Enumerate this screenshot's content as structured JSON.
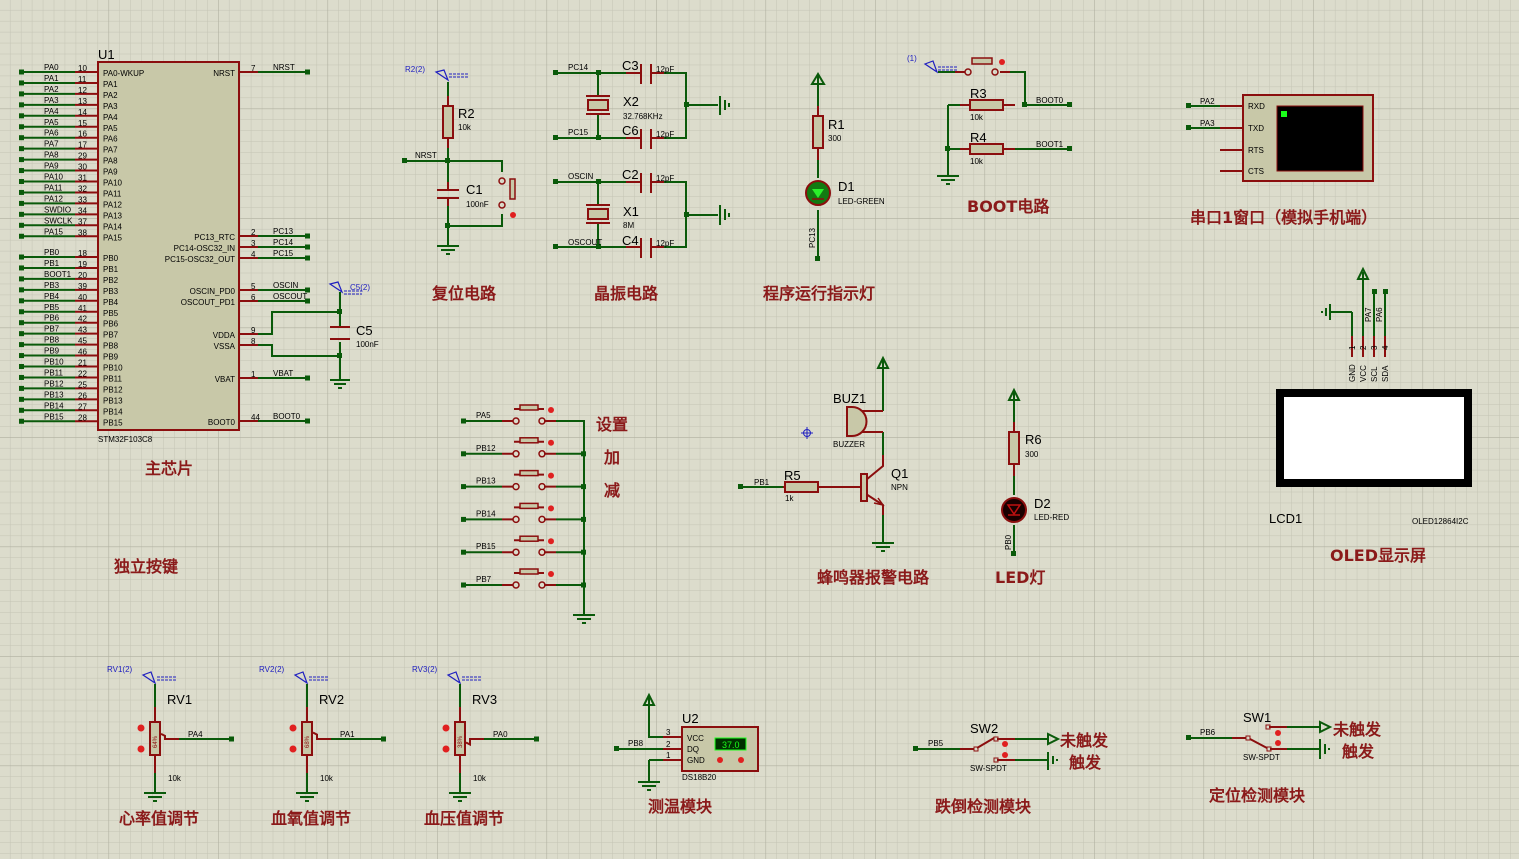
{
  "u1": {
    "ref": "U1",
    "part": "STM32F103C8",
    "left_pins": [
      {
        "net": "PA0",
        "num": "10",
        "name": "PA0-WKUP"
      },
      {
        "net": "PA1",
        "num": "11",
        "name": "PA1"
      },
      {
        "net": "PA2",
        "num": "12",
        "name": "PA2"
      },
      {
        "net": "PA3",
        "num": "13",
        "name": "PA3"
      },
      {
        "net": "PA4",
        "num": "14",
        "name": "PA4"
      },
      {
        "net": "PA5",
        "num": "15",
        "name": "PA5"
      },
      {
        "net": "PA6",
        "num": "16",
        "name": "PA6"
      },
      {
        "net": "PA7",
        "num": "17",
        "name": "PA7"
      },
      {
        "net": "PA8",
        "num": "29",
        "name": "PA8"
      },
      {
        "net": "PA9",
        "num": "30",
        "name": "PA9"
      },
      {
        "net": "PA10",
        "num": "31",
        "name": "PA10"
      },
      {
        "net": "PA11",
        "num": "32",
        "name": "PA11"
      },
      {
        "net": "PA12",
        "num": "33",
        "name": "PA12"
      },
      {
        "net": "SWDIO",
        "num": "34",
        "name": "PA13"
      },
      {
        "net": "SWCLK",
        "num": "37",
        "name": "PA14"
      },
      {
        "net": "PA15",
        "num": "38",
        "name": "PA15"
      },
      {
        "net": "PB0",
        "num": "18",
        "name": "PB0"
      },
      {
        "net": "PB1",
        "num": "19",
        "name": "PB1"
      },
      {
        "net": "BOOT1",
        "num": "20",
        "name": "PB2"
      },
      {
        "net": "PB3",
        "num": "39",
        "name": "PB3"
      },
      {
        "net": "PB4",
        "num": "40",
        "name": "PB4"
      },
      {
        "net": "PB5",
        "num": "41",
        "name": "PB5"
      },
      {
        "net": "PB6",
        "num": "42",
        "name": "PB6"
      },
      {
        "net": "PB7",
        "num": "43",
        "name": "PB7"
      },
      {
        "net": "PB8",
        "num": "45",
        "name": "PB8"
      },
      {
        "net": "PB9",
        "num": "46",
        "name": "PB9"
      },
      {
        "net": "PB10",
        "num": "21",
        "name": "PB10"
      },
      {
        "net": "PB11",
        "num": "22",
        "name": "PB11"
      },
      {
        "net": "PB12",
        "num": "25",
        "name": "PB12"
      },
      {
        "net": "PB13",
        "num": "26",
        "name": "PB13"
      },
      {
        "net": "PB14",
        "num": "27",
        "name": "PB14"
      },
      {
        "net": "PB15",
        "num": "28",
        "name": "PB15"
      }
    ],
    "right_pins": [
      {
        "net": "NRST",
        "num": "7",
        "name": "NRST"
      },
      {
        "net": "PC13",
        "num": "2",
        "name": "PC13_RTC"
      },
      {
        "net": "PC14",
        "num": "3",
        "name": "PC14-OSC32_IN"
      },
      {
        "net": "PC15",
        "num": "4",
        "name": "PC15-OSC32_OUT"
      },
      {
        "net": "OSCIN",
        "num": "5",
        "name": "OSCIN_PD0"
      },
      {
        "net": "OSCOUT",
        "num": "6",
        "name": "OSCOUT_PD1"
      },
      {
        "net": "",
        "num": "9",
        "name": "VDDA"
      },
      {
        "net": "",
        "num": "8",
        "name": "VSSA"
      },
      {
        "net": "VBAT",
        "num": "1",
        "name": "VBAT"
      },
      {
        "net": "BOOT0",
        "num": "44",
        "name": "BOOT0"
      }
    ]
  },
  "c5": {
    "ref": "C5",
    "value": "100nF",
    "probe": "C5(2)"
  },
  "reset": {
    "r2": {
      "ref": "R2",
      "value": "10k",
      "probe": "R2(2)"
    },
    "c1": {
      "ref": "C1",
      "value": "100nF"
    },
    "net": "NRST"
  },
  "crystal": {
    "x2": {
      "ref": "X2",
      "value": "32.768KHz"
    },
    "x1": {
      "ref": "X1",
      "value": "8M"
    },
    "c3": {
      "ref": "C3",
      "value": "12pF"
    },
    "c6": {
      "ref": "C6",
      "value": "12pF"
    },
    "c2": {
      "ref": "C2",
      "value": "12pF"
    },
    "c4": {
      "ref": "C4",
      "value": "12pF"
    },
    "nets": {
      "pc14": "PC14",
      "pc15": "PC15",
      "oscin": "OSCIN",
      "oscout": "OSCOUT"
    }
  },
  "run_led": {
    "r1": {
      "ref": "R1",
      "value": "300"
    },
    "d1": {
      "ref": "D1",
      "value": "LED-GREEN"
    },
    "net": "PC13"
  },
  "boot": {
    "probe": "(1)",
    "r3": {
      "ref": "R3",
      "value": "10k"
    },
    "r4": {
      "ref": "R4",
      "value": "10k"
    },
    "net0": "BOOT0",
    "net1": "BOOT1"
  },
  "uart": {
    "pins": [
      "RXD",
      "TXD",
      "RTS",
      "CTS"
    ],
    "nets": [
      "PA2",
      "PA3"
    ]
  },
  "oled": {
    "ref": "LCD1",
    "part": "OLED12864I2C",
    "pins": [
      {
        "num": "1",
        "name": "GND"
      },
      {
        "num": "2",
        "name": "VCC"
      },
      {
        "num": "3",
        "name": "SCL"
      },
      {
        "num": "4",
        "name": "SDA"
      }
    ],
    "nets": [
      "PA7",
      "PA6"
    ]
  },
  "buttons": {
    "nets": [
      "PA5",
      "PB12",
      "PB13",
      "PB14",
      "PB15",
      "PB7"
    ],
    "labels": [
      "设置",
      "加",
      "减"
    ]
  },
  "buzzer": {
    "buz": {
      "ref": "BUZ1",
      "value": "BUZZER"
    },
    "r5": {
      "ref": "R5",
      "value": "1k"
    },
    "q1": {
      "ref": "Q1",
      "value": "NPN"
    },
    "net": "PB1"
  },
  "led2": {
    "r6": {
      "ref": "R6",
      "value": "300"
    },
    "d2": {
      "ref": "D2",
      "value": "LED-RED"
    },
    "net": "PB0"
  },
  "pots": [
    {
      "ref": "RV1",
      "value": "10k",
      "probe": "RV1(2)",
      "net": "PA4",
      "wiper_percent": 64,
      "wiper_label": "64%",
      "title": "心率值调节"
    },
    {
      "ref": "RV2",
      "value": "10k",
      "probe": "RV2(2)",
      "net": "PA1",
      "wiper_percent": 68,
      "wiper_label": "68%",
      "title": "血氧值调节"
    },
    {
      "ref": "RV3",
      "value": "10k",
      "probe": "RV3(2)",
      "net": "PA0",
      "wiper_percent": 38,
      "wiper_label": "38%",
      "title": "血压值调节"
    }
  ],
  "ds18b20": {
    "ref": "U2",
    "part": "DS18B20",
    "reading": "37.0",
    "pins": [
      {
        "num": "3",
        "name": "VCC"
      },
      {
        "num": "2",
        "name": "DQ"
      },
      {
        "num": "1",
        "name": "GND"
      }
    ],
    "net": "PB8"
  },
  "sw2": {
    "ref": "SW2",
    "part": "SW-SPDT",
    "net": "PB5",
    "opt_a": "未触发",
    "opt_b": "触发"
  },
  "sw1": {
    "ref": "SW1",
    "part": "SW-SPDT",
    "net": "PB6",
    "opt_a": "未触发",
    "opt_b": "触发"
  },
  "sections": {
    "main_chip": "主芯片",
    "keys": "独立按键",
    "reset": "复位电路",
    "crystal": "晶振电路",
    "run_led": "程序运行指示灯",
    "boot": "BOOT电路",
    "uart": "串口1窗口（模拟手机端）",
    "oled": "OLED显示屏",
    "buzzer": "蜂鸣器报警电路",
    "led": "LED灯",
    "temp": "测温模块",
    "fall": "跌倒检测模块",
    "locate": "定位检测模块"
  },
  "colors": {
    "background": "#dcdccc",
    "wire": "#0a5a0a",
    "pin": "#8b0e0e",
    "body": "#c8c8a8",
    "title": "#8b1a1a",
    "probe": "#2020c0"
  }
}
